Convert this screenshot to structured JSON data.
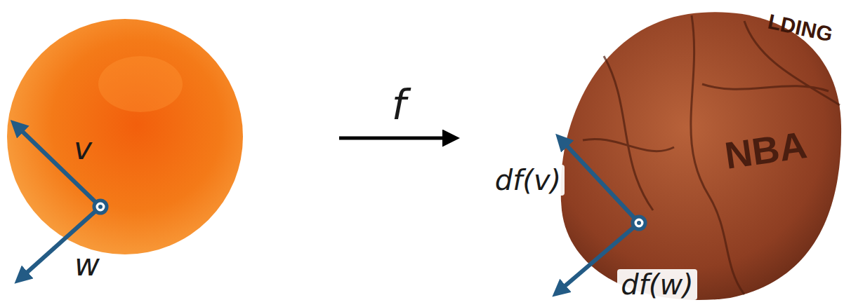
{
  "diagram": {
    "labels": [
      "v",
      "w",
      "f",
      "df(v)",
      "df(w)",
      "LDING",
      "NBA"
    ]
  }
}
